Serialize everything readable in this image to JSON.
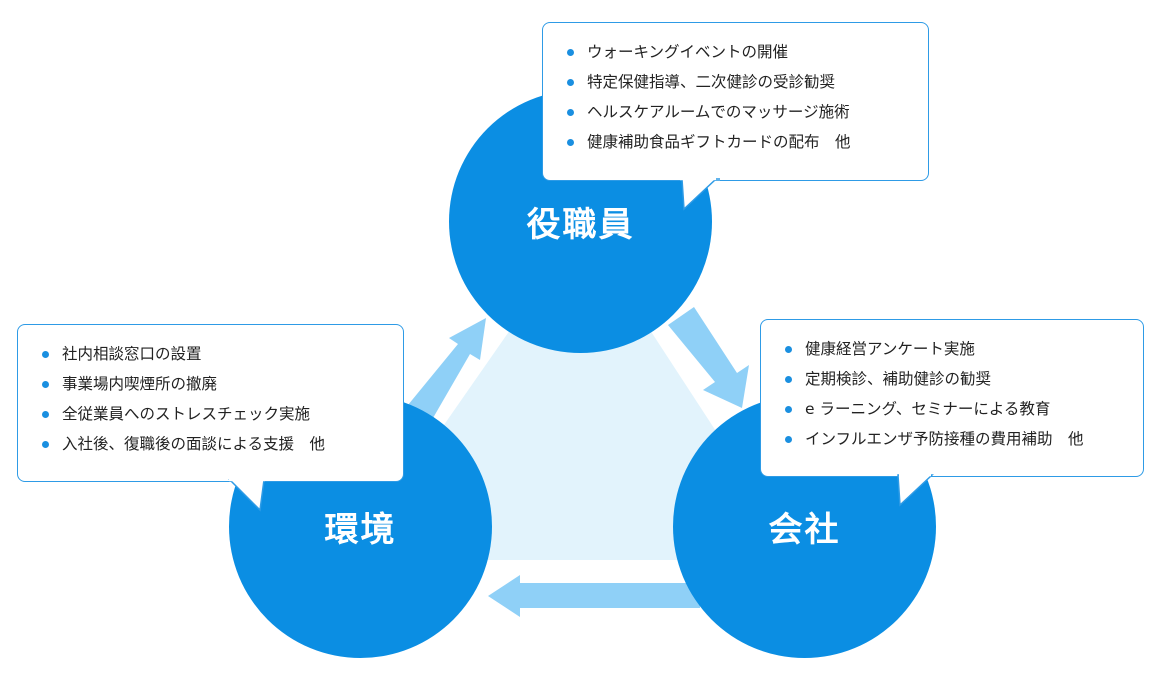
{
  "nodes": {
    "top": {
      "label": "役職員",
      "items": [
        "ウォーキングイベントの開催",
        "特定保健指導、二次健診の受診勧奨",
        "ヘルスケアルームでのマッサージ施術",
        "健康補助食品ギフトカードの配布　他"
      ]
    },
    "left": {
      "label": "環境",
      "items": [
        "社内相談窓口の設置",
        "事業場内喫煙所の撤廃",
        "全従業員へのストレスチェック実施",
        "入社後、復職後の面談による支援　他"
      ]
    },
    "right": {
      "label": "会社",
      "items": [
        "健康経営アンケート実施",
        "定期検診、補助健診の勧奨",
        "e ラーニング、セミナーによる教育",
        "インフルエンザ予防接種の費用補助　他"
      ]
    }
  },
  "colors": {
    "circle": "#0b8ee3",
    "arrow": "#8fd0f7",
    "triangle": "#e2f3fc",
    "callout_border": "#2e9be6",
    "bullet": "#1a8fe0"
  }
}
